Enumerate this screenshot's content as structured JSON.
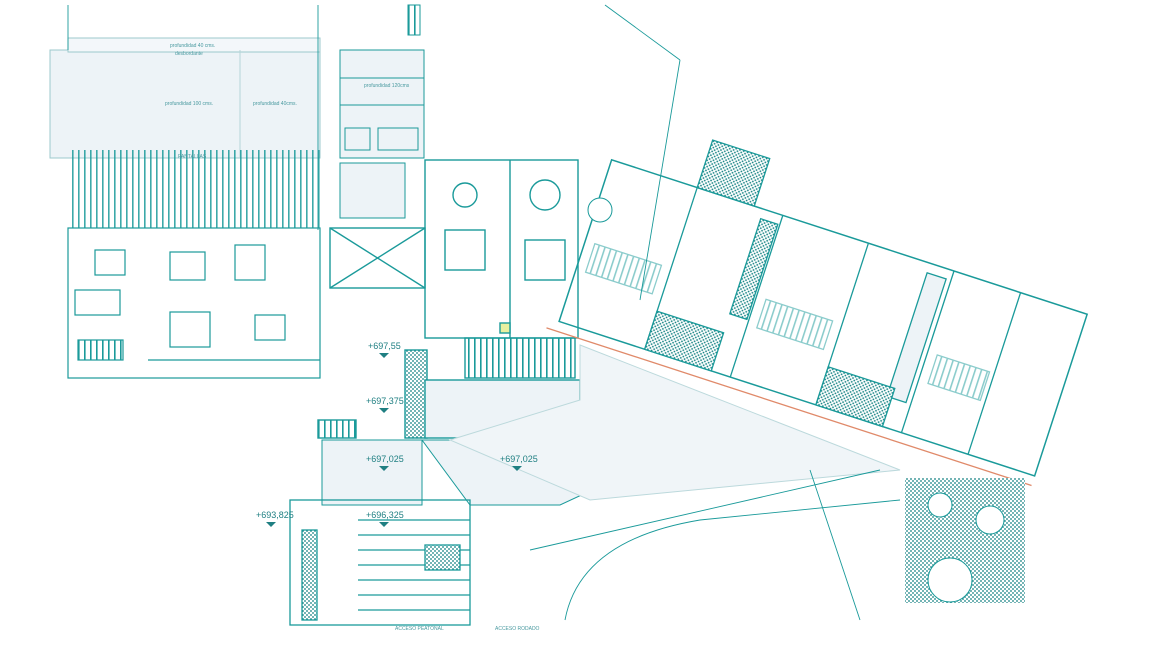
{
  "colors": {
    "line": "#1a9a9a",
    "fill": "#edf3f7",
    "hatch": "#0f7f80",
    "accent": "#e08a6a"
  },
  "labels": {
    "pool_depth_top": "profundidad 40 cms.",
    "pool_overflow": "desbordante",
    "pool_depth_main": "profundidad 100 cms.",
    "pool_depth_side": "profundidad 40cms.",
    "pool_depth_upper": "profundidad 120cms",
    "pergola": "PANTALLAS"
  },
  "levels": [
    {
      "value": "+697,55"
    },
    {
      "value": "+697,375"
    },
    {
      "value": "+697,025"
    },
    {
      "value": "+697,025"
    },
    {
      "value": "+693,825"
    },
    {
      "value": "+696,325"
    }
  ],
  "access": {
    "pedestrian": "ACCESO PEATONAL",
    "vehicle": "ACCESO RODADO"
  }
}
